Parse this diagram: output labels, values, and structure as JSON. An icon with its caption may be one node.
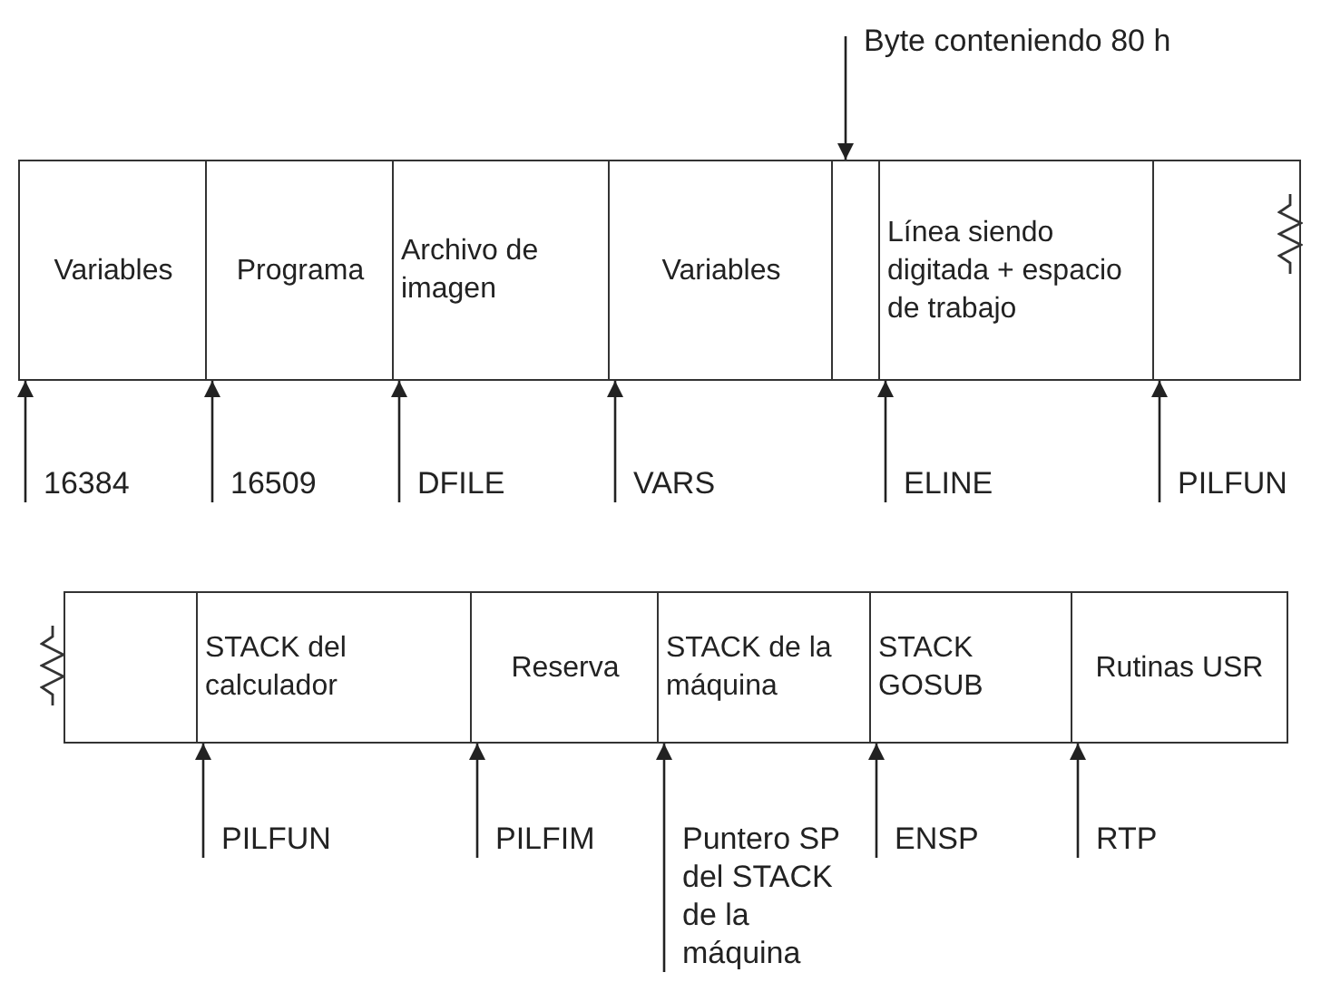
{
  "diagram": {
    "nodes": [
      {
        "text": [
          "Variables"
        ]
      },
      {
        "text": [
          "Programa"
        ]
      },
      {
        "text": [
          "Archivo de imagen"
        ]
      },
      {
        "text": [
          "Variables"
        ]
      },
      {
        "text": [],
        "shape": "box"
      },
      {
        "text": [
          "Línea siendo digitada + espacio de trabajo"
        ]
      },
      {
        "text": [],
        "shape": "box"
      },
      {
        "text": [],
        "shape": "box"
      },
      {
        "text": [
          "STACK del calculador"
        ]
      },
      {
        "text": [
          "Reserva"
        ]
      },
      {
        "text": [
          "STACK de la máquina"
        ]
      },
      {
        "text": [
          "STACK GOSUB"
        ]
      },
      {
        "text": [
          "Rutinas USR"
        ]
      },
      {
        "text": [
          "Byte conteniendo 80 h"
        ]
      },
      {
        "text": [
          "16384"
        ]
      },
      {
        "text": [
          "16509"
        ]
      },
      {
        "text": [
          "DFILE"
        ]
      },
      {
        "text": [
          "VARS"
        ]
      },
      {
        "text": [
          "ELINE"
        ]
      },
      {
        "text": [
          "PILFUN"
        ]
      },
      {
        "text": [
          "PILFUN"
        ]
      },
      {
        "text": [
          "PILFIM"
        ]
      },
      {
        "text": [
          "Puntero SP del STACK de la máquina"
        ]
      },
      {
        "text": [
          "ENSP"
        ]
      },
      {
        "text": [
          "RTP"
        ]
      }
    ],
    "edges": [
      {
        "from": 13,
        "to": 4,
        "arrow": "to"
      },
      {
        "from": 14,
        "to": 0,
        "arrow": "to"
      },
      {
        "from": 15,
        "to": 1,
        "arrow": "to"
      },
      {
        "from": 16,
        "to": 2,
        "arrow": "to"
      },
      {
        "from": 17,
        "to": 3,
        "arrow": "to"
      },
      {
        "from": 18,
        "to": 5,
        "arrow": "to"
      },
      {
        "from": 19,
        "to": 6,
        "arrow": "to"
      },
      {
        "from": 20,
        "to": 8,
        "arrow": "to"
      },
      {
        "from": 21,
        "to": 9,
        "arrow": "to"
      },
      {
        "from": 22,
        "to": 10,
        "arrow": "to"
      },
      {
        "from": 23,
        "to": 11,
        "arrow": "to"
      },
      {
        "from": 24,
        "to": 12,
        "arrow": "to"
      }
    ]
  }
}
